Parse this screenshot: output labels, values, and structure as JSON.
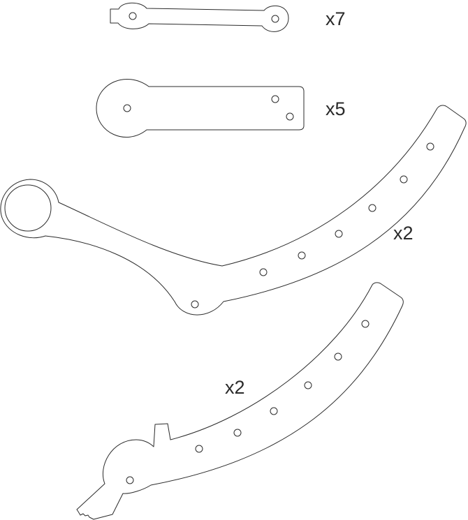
{
  "parts": [
    {
      "id": "small-link-arm",
      "quantity_label": "x7"
    },
    {
      "id": "flat-bracket-plate",
      "quantity_label": "x5"
    },
    {
      "id": "long-curved-arm-with-ring",
      "quantity_label": "x2"
    },
    {
      "id": "curved-ratchet-arm",
      "quantity_label": "x2"
    }
  ],
  "colors": {
    "outline": "#2b2b2b",
    "background": "#ffffff",
    "label": "#2a2a2a"
  }
}
